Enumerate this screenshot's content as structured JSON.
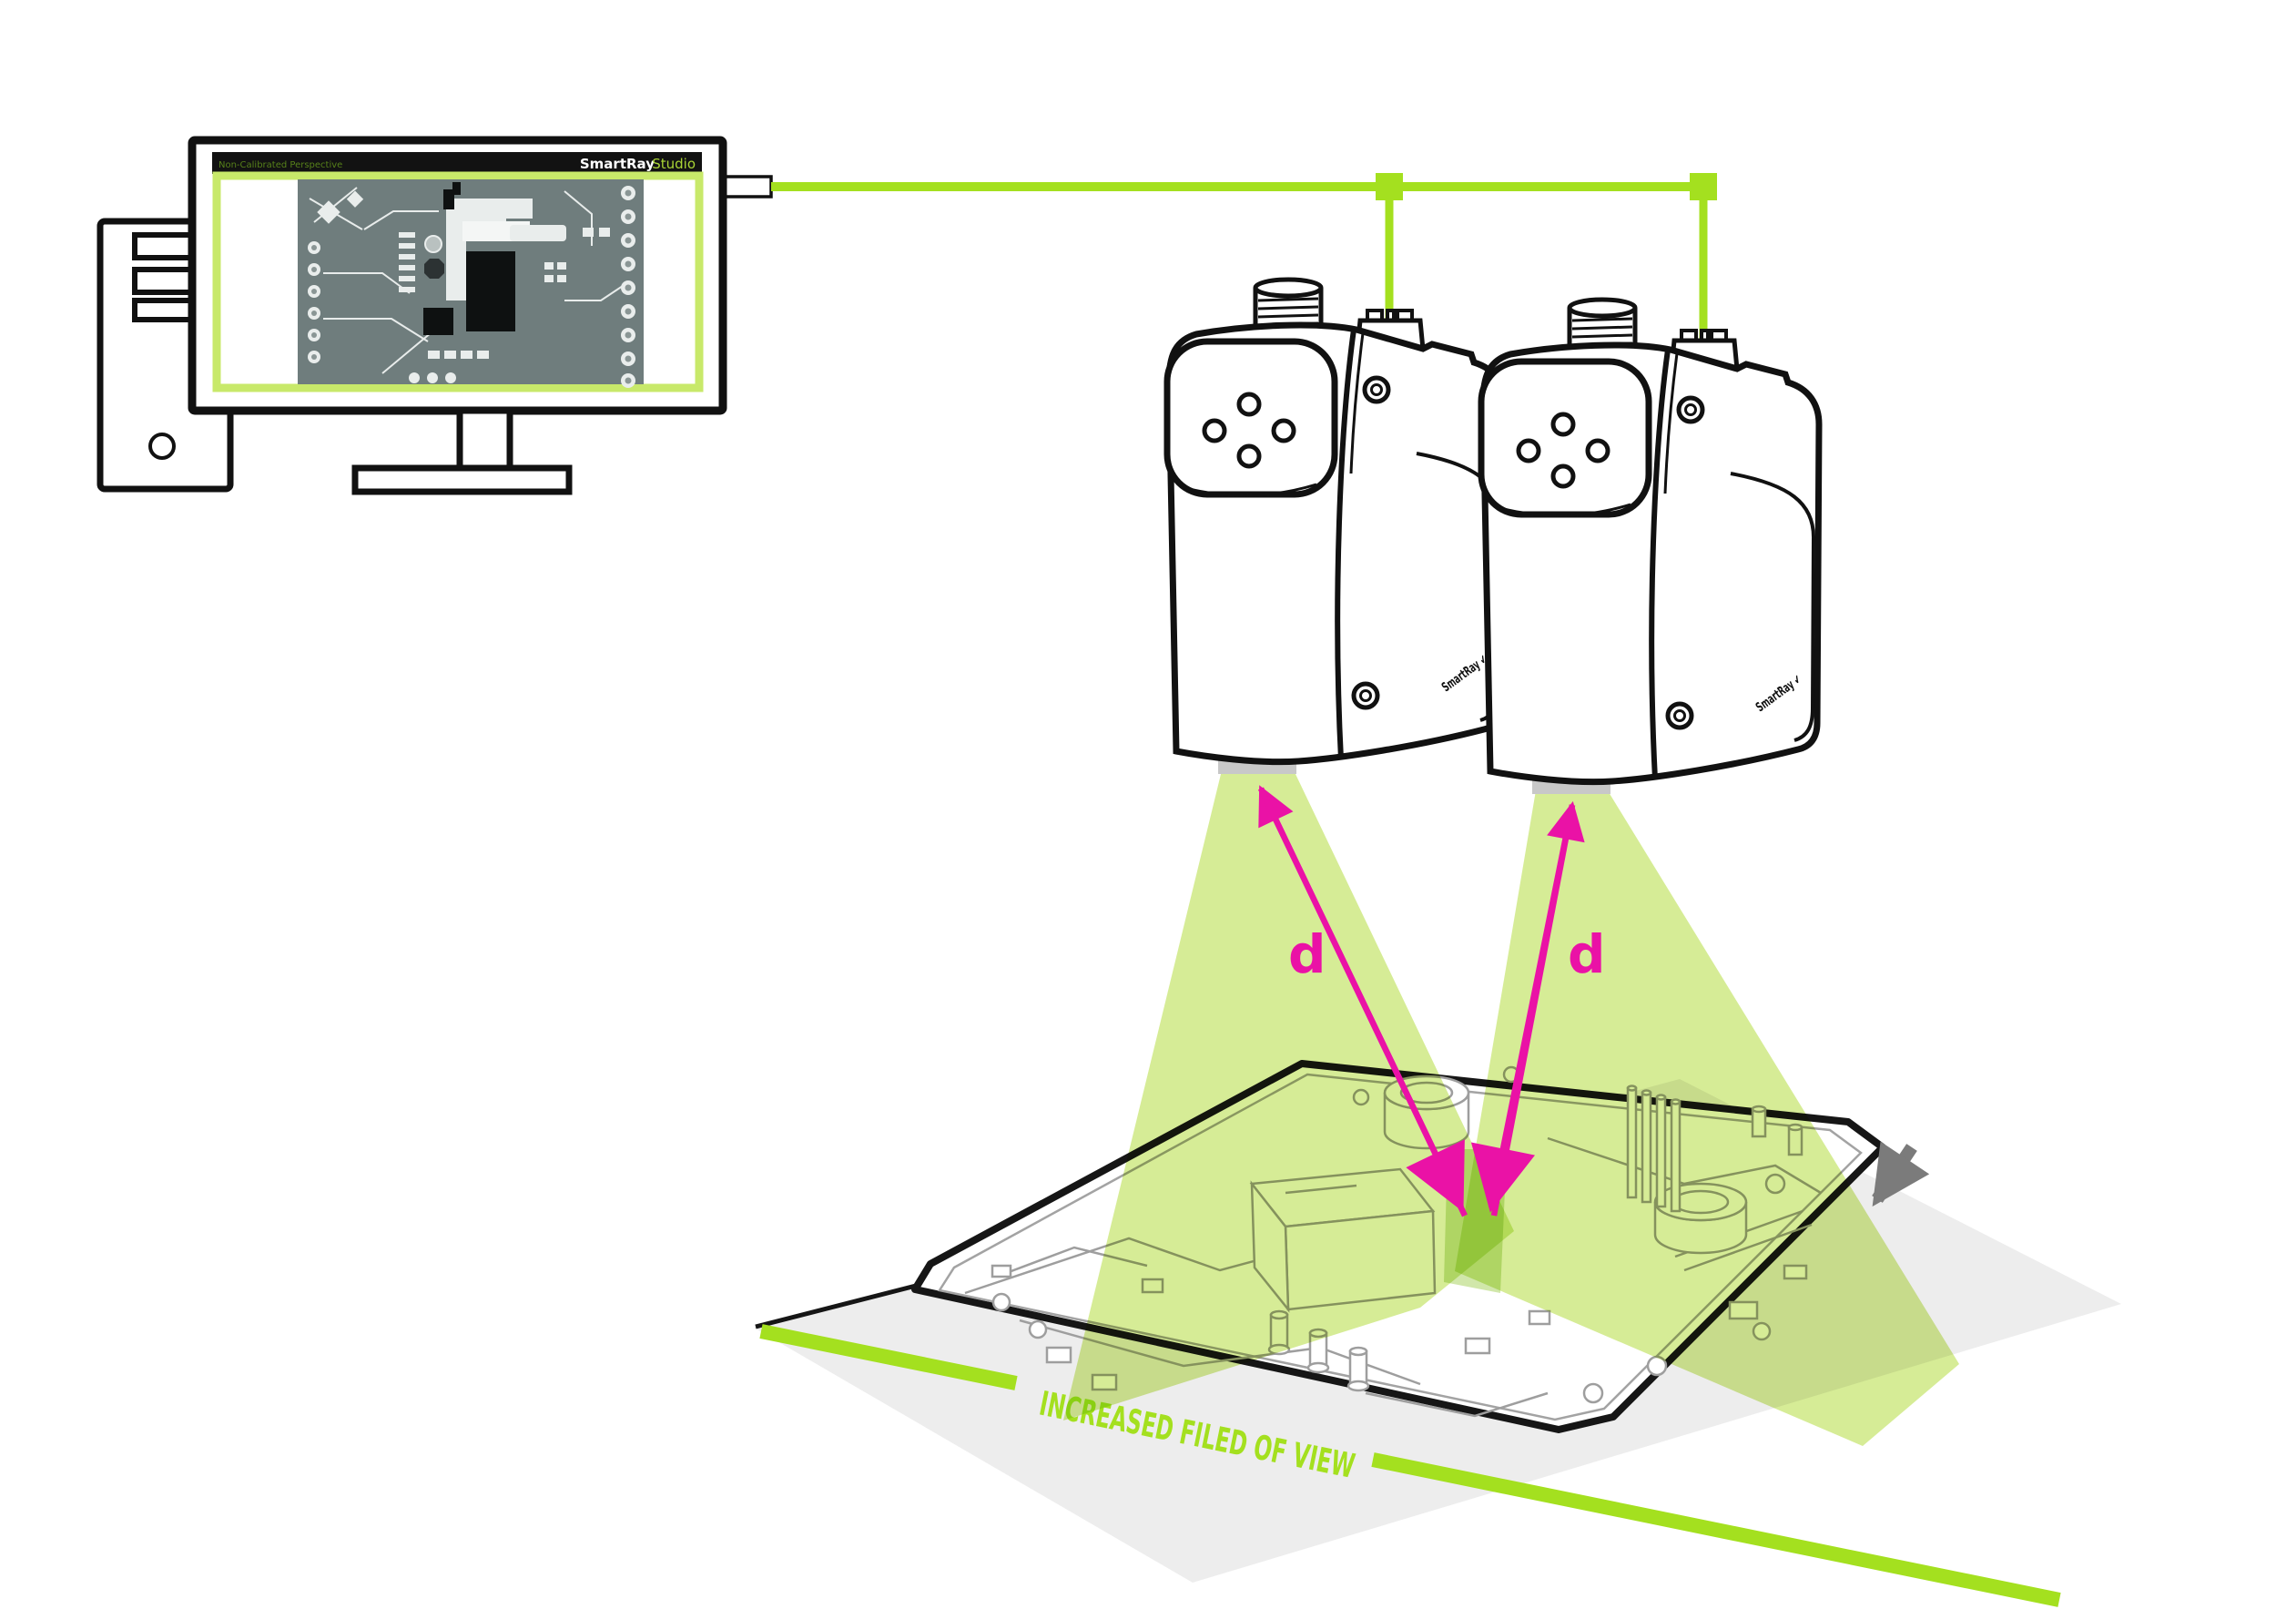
{
  "app": {
    "brand": "SmartRay",
    "brand_suffix": "Studio",
    "window_label": "Non-Calibrated Perspective"
  },
  "devices": {
    "count": 2,
    "sensor_logo": "SmartRay ✔"
  },
  "measurements": {
    "left_distance_label": "d",
    "right_distance_label": "d"
  },
  "annotation": {
    "field_of_view": "INCREASED FILED OF VIEW"
  },
  "icons": {
    "motion_arrow": "down-left-arrow",
    "cable_junction": "square-node",
    "laser_cone": "triangle-beam"
  },
  "colors": {
    "smartray_green": "#a4e01f",
    "cone_green": "#d6ec96",
    "magenta": "#ea12a6",
    "plane_gray": "#ededed",
    "motion_arrow_gray": "#7b7b7b",
    "pcb_screenshot_bg": "#6f7d7d",
    "studio_text_green": "#a9d435"
  }
}
